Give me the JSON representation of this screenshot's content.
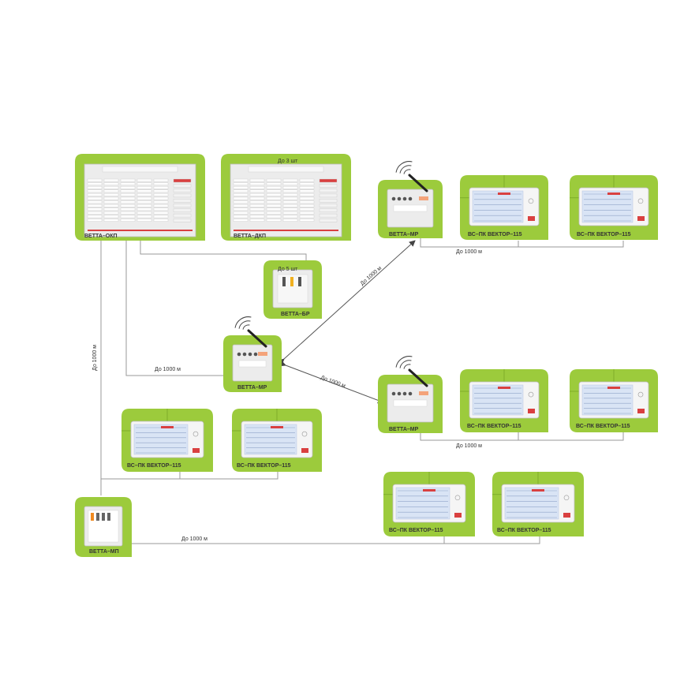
{
  "colors": {
    "green_panel": "#9ccb3c",
    "device_light": "#ececec",
    "device_border": "#bdbdbd",
    "screen_blue": "#d9e4f5",
    "accent_red": "#d94040",
    "line_gray": "#9a9a9a",
    "text": "#333333"
  },
  "devices": {
    "okp": {
      "label": "ВЕТТА–ОКП"
    },
    "dkp": {
      "label": "ВЕТТА–ДКП",
      "note": "До 3 шт"
    },
    "br": {
      "label": "ВЕТТА–БР",
      "note": "До 5 шт"
    },
    "mr_center": {
      "label": "ВЕТТА–МР"
    },
    "mr_top": {
      "label": "ВЕТТА–МР"
    },
    "mr_mid": {
      "label": "ВЕТТА–МР"
    },
    "mp": {
      "label": "ВЕТТА–МП"
    },
    "vector_top_1": {
      "label": "ВС–ПК ВЕКТОР–115"
    },
    "vector_top_2": {
      "label": "ВС–ПК ВЕКТОР–115"
    },
    "vector_mid_1": {
      "label": "ВС–ПК ВЕКТОР–115"
    },
    "vector_mid_2": {
      "label": "ВС–ПК ВЕКТОР–115"
    },
    "vector_left_1": {
      "label": "ВС–ПК ВЕКТОР–115"
    },
    "vector_left_2": {
      "label": "ВС–ПК ВЕКТОР–115"
    },
    "vector_bottom_1": {
      "label": "ВС–ПК ВЕКТОР–115"
    },
    "vector_bottom_2": {
      "label": "ВС–ПК ВЕКТОР–115"
    }
  },
  "distances": {
    "left_vertical": "До 1000 м",
    "center_horizontal": "До 1000 м",
    "top_radio": "До 1000 м",
    "mid_radio": "До 1000 м",
    "top_cable": "До 1000 м",
    "mid_cable": "До 1000 м",
    "bottom_cable": "До 1000 м"
  },
  "icons": {
    "antenna": "antenna-icon",
    "radio_waves": "radio-waves-icon",
    "arrow": "double-arrow-icon"
  }
}
